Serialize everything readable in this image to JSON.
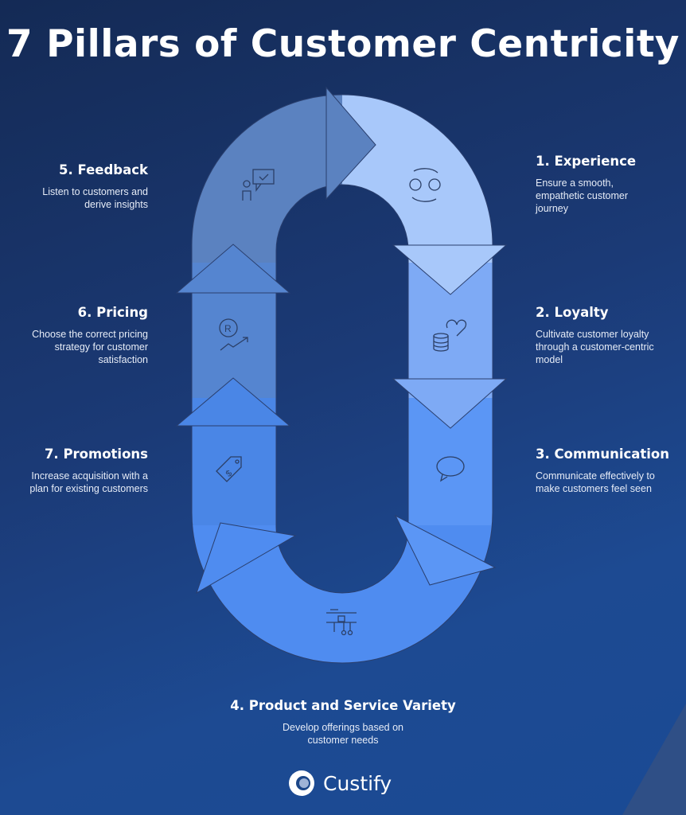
{
  "title": "7 Pillars of Customer Centricity",
  "pillars": [
    {
      "title": "1. Experience",
      "desc": "Ensure a smooth, empathetic customer journey",
      "icon": "people-cycle-icon",
      "color": "#a8c8fa"
    },
    {
      "title": "2. Loyalty",
      "desc": "Cultivate customer loyalty through a customer-centric model",
      "icon": "coins-heart-icon",
      "color": "#7eaaf5"
    },
    {
      "title": "3. Communication",
      "desc": "Communicate effectively to make customers feel seen",
      "icon": "speech-bubble-icon",
      "color": "#5b96f5"
    },
    {
      "title": "4. Product and Service Variety",
      "desc": "Develop offerings based on customer needs",
      "icon": "shelf-icon",
      "color": "#4f8cf0"
    },
    {
      "title": "5. Feedback",
      "desc": "Listen to customers and derive insights",
      "icon": "person-chat-check-icon",
      "color": "#5b82c0"
    },
    {
      "title": "6. Pricing",
      "desc": "Choose the correct pricing strategy for customer satisfaction",
      "icon": "price-trend-icon",
      "color": "#5585d0"
    },
    {
      "title": "7. Promotions",
      "desc": "Increase acquisition with a plan for existing customers",
      "icon": "price-tag-icon",
      "color": "#4a86e6"
    }
  ],
  "logo": {
    "name": "Custify"
  }
}
